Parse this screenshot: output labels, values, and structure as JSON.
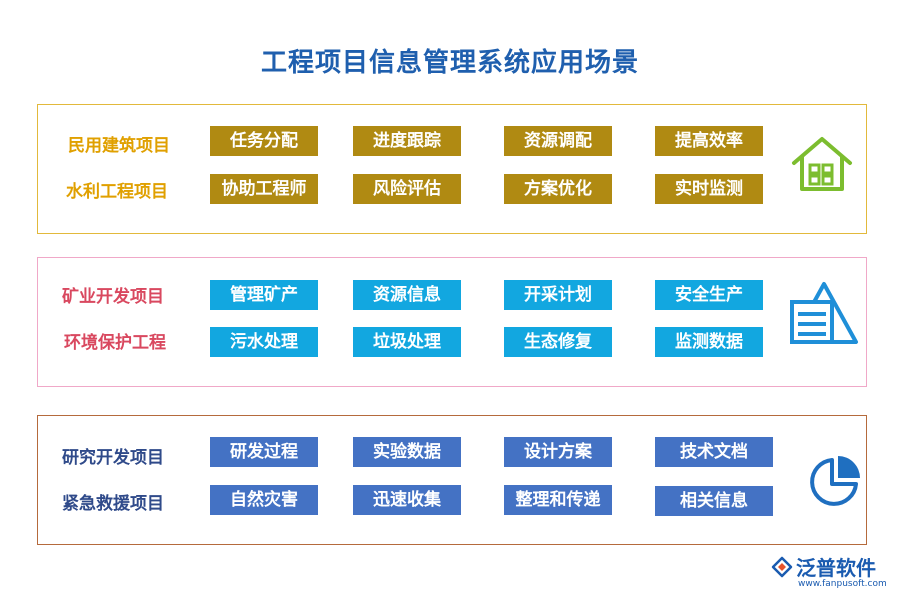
{
  "title": "工程项目信息管理系统应用场景",
  "colors": {
    "title": "#1f5fae",
    "panel_borders": [
      "#e2b93b",
      "#f0a8c8",
      "#b56a3c"
    ],
    "label_colors": [
      "#e0a000",
      "#d9485f",
      "#2f4a8a"
    ],
    "chip_colors": [
      "#b08a12",
      "#12a7e0",
      "#4472c4"
    ],
    "icon_colors": [
      "#7cbd2f",
      "#1f8fd8",
      "#1f6fc0"
    ]
  },
  "panels": [
    {
      "icon": "house-icon",
      "rows": [
        {
          "label": "民用建筑项目",
          "items": [
            "任务分配",
            "进度跟踪",
            "资源调配",
            "提高效率"
          ]
        },
        {
          "label": "水利工程项目",
          "items": [
            "协助工程师",
            "风险评估",
            "方案优化",
            "实时监测"
          ]
        }
      ]
    },
    {
      "icon": "pyramid-icon",
      "rows": [
        {
          "label": "矿业开发项目",
          "items": [
            "管理矿产",
            "资源信息",
            "开采计划",
            "安全生产"
          ]
        },
        {
          "label": "环境保护工程",
          "items": [
            "污水处理",
            "垃圾处理",
            "生态修复",
            "监测数据"
          ]
        }
      ]
    },
    {
      "icon": "pie-chart-icon",
      "rows": [
        {
          "label": "研究开发项目",
          "items": [
            "研发过程",
            "实验数据",
            "设计方案",
            "技术文档"
          ]
        },
        {
          "label": "紧急救援项目",
          "items": [
            "自然灾害",
            "迅速收集",
            "整理和传递",
            "相关信息"
          ]
        }
      ]
    }
  ],
  "logo": {
    "name": "泛普软件",
    "url": "www.fanpusoft.com",
    "icon": "fanpu-logo-icon"
  }
}
